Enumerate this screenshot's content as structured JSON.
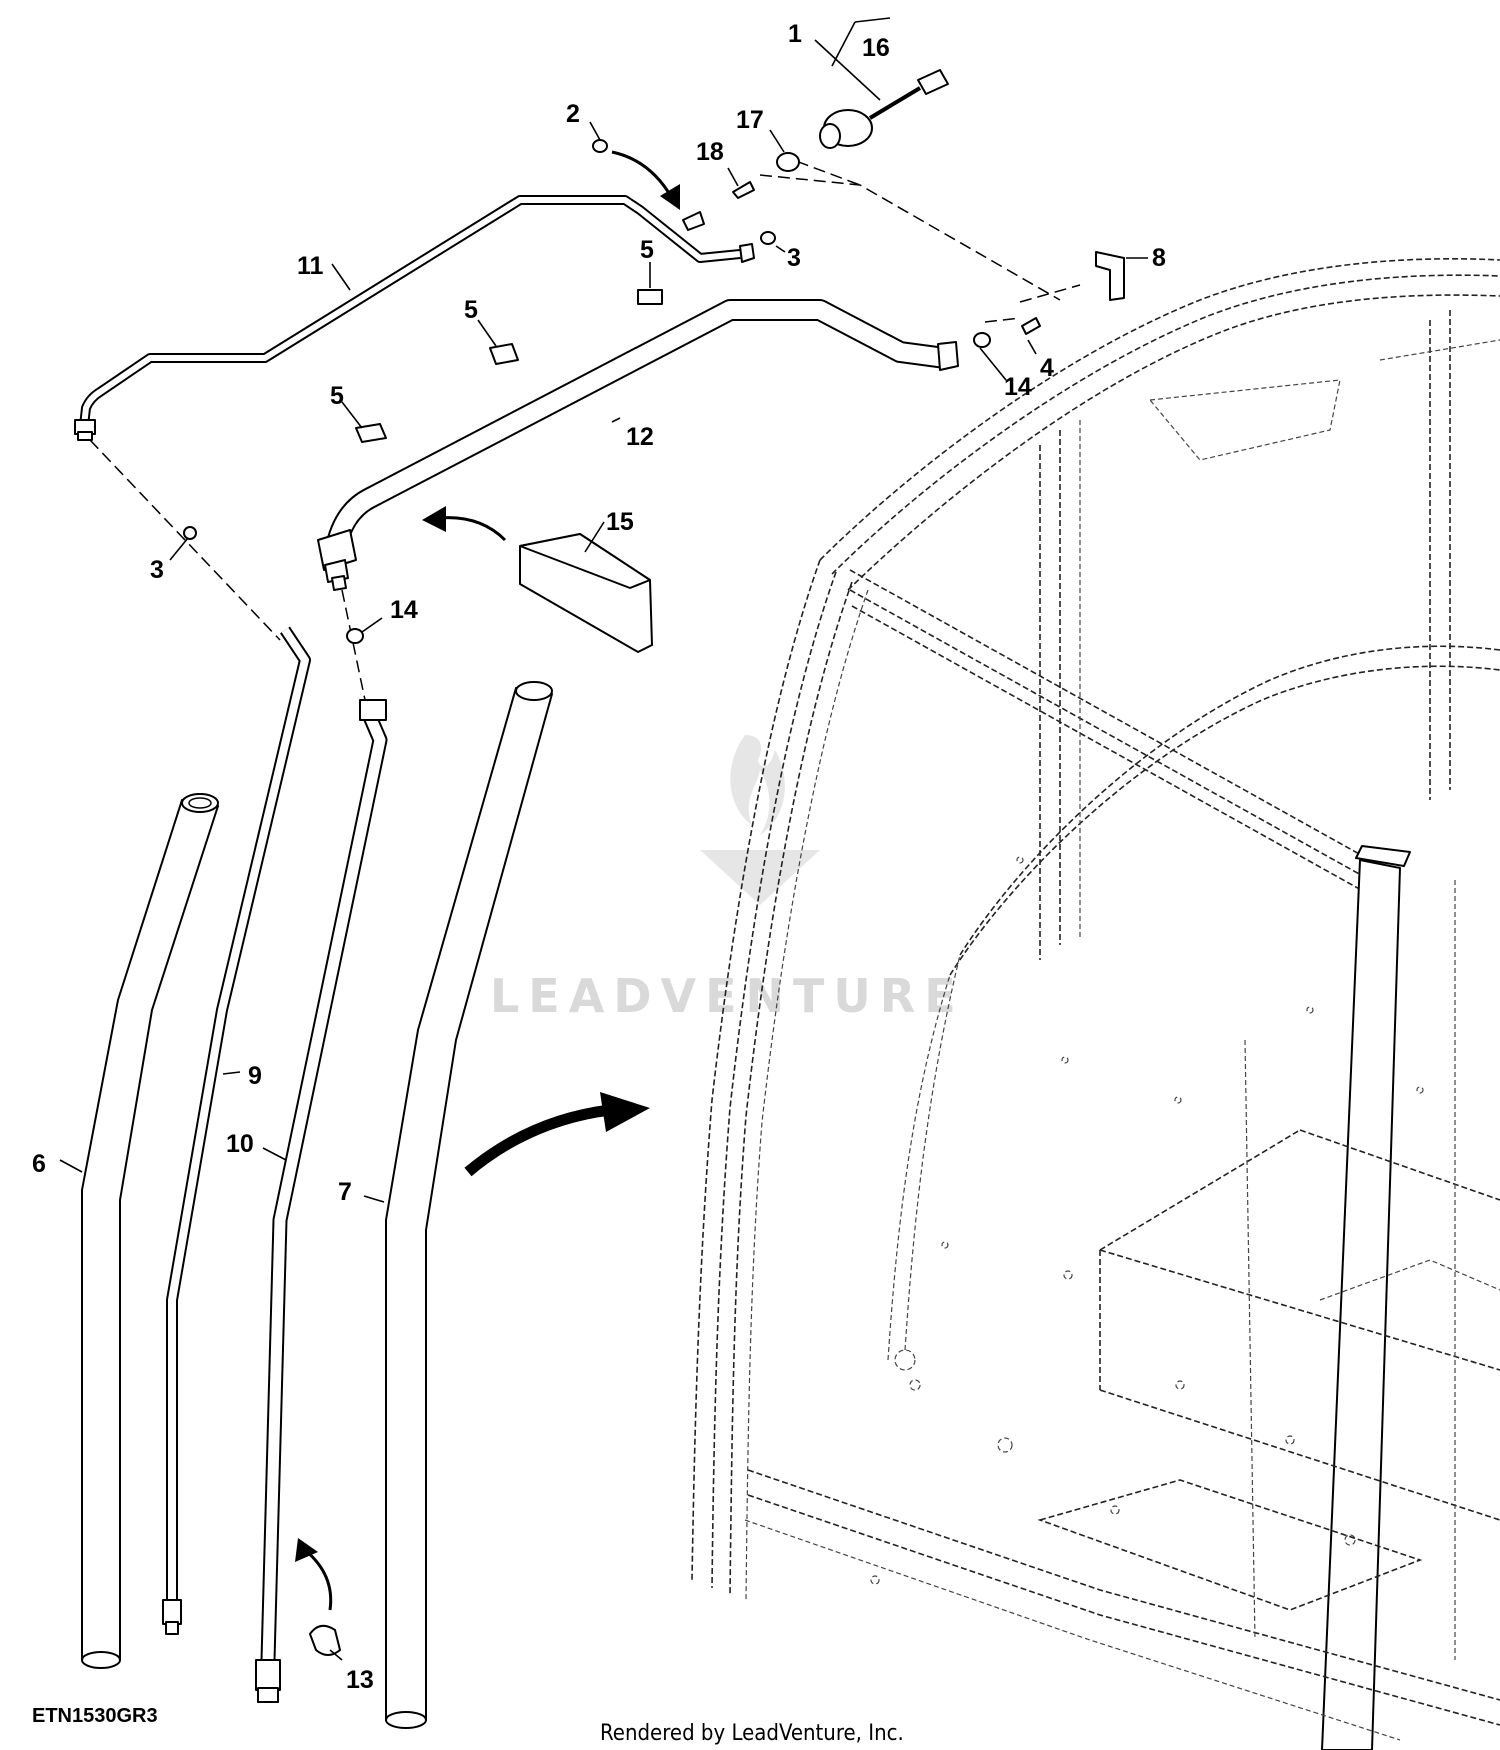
{
  "diagram": {
    "drawing_code": "ETN1530GR3",
    "footer": "Rendered by LeadVenture, Inc.",
    "watermark": "LEADVENTURE",
    "callouts": {
      "c1": "1",
      "c2": "2",
      "c3a": "3",
      "c3b": "3",
      "c4": "4",
      "c5a": "5",
      "c5b": "5",
      "c5c": "5",
      "c6": "6",
      "c7": "7",
      "c8": "8",
      "c9": "9",
      "c10": "10",
      "c11": "11",
      "c12": "12",
      "c13": "13",
      "c14a": "14",
      "c14b": "14",
      "c15": "15",
      "c16": "16",
      "c17": "17",
      "c18": "18"
    }
  }
}
